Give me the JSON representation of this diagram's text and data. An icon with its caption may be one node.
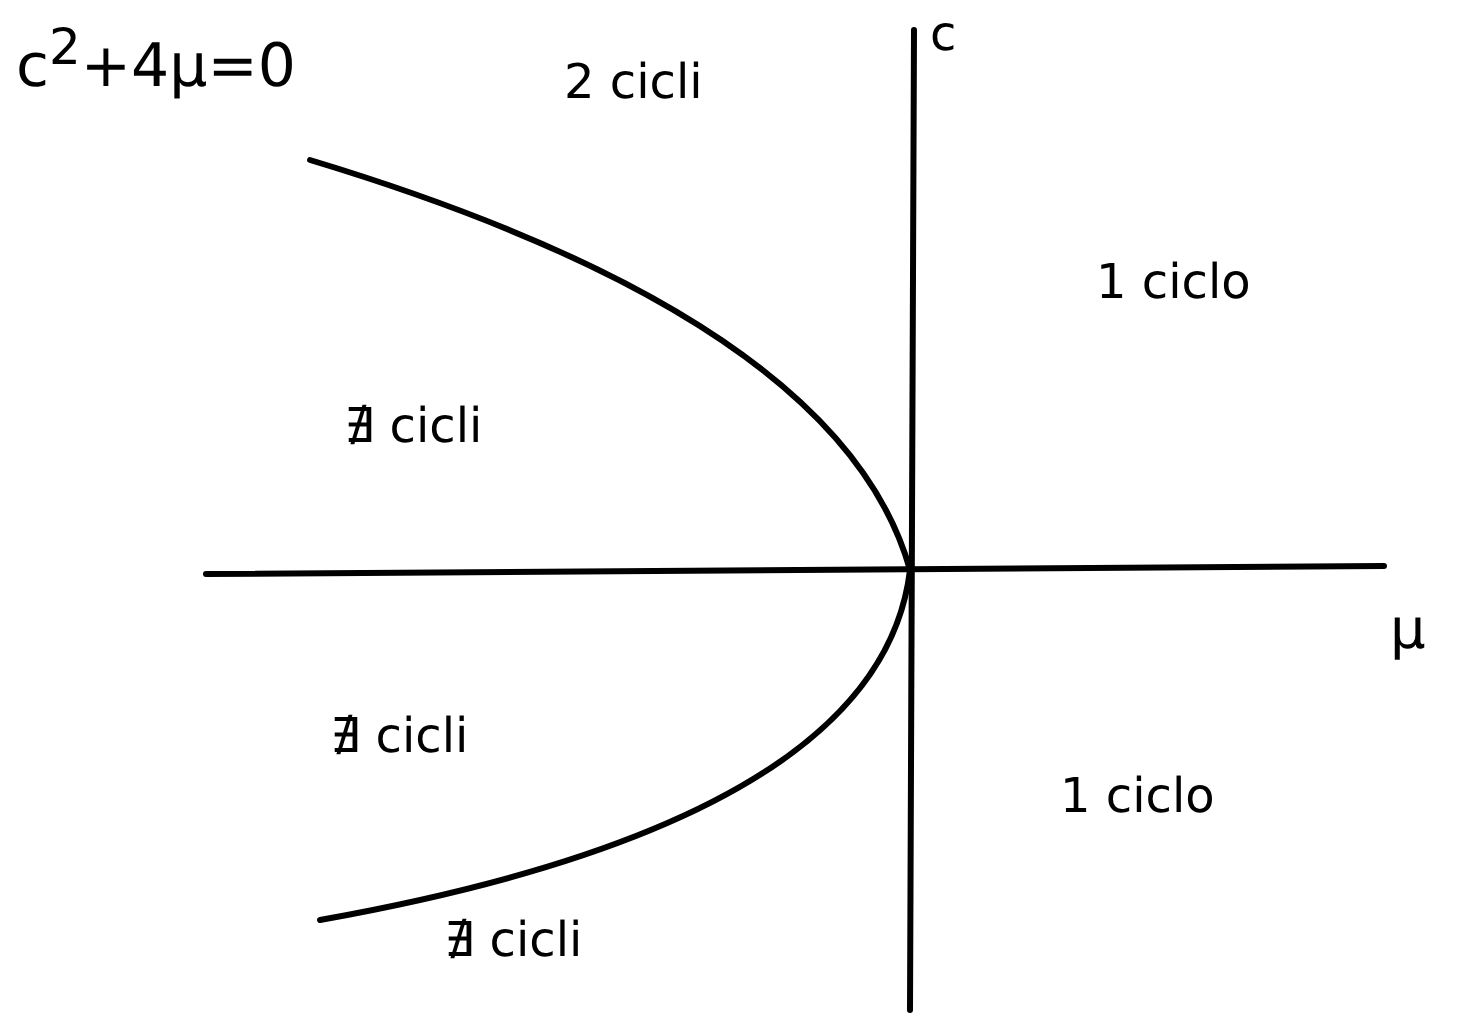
{
  "diagram": {
    "labels": [
      "c$^{2}$+4μ=0",
      "c",
      "2 cicli",
      "1 ciclo",
      "∄ cicli",
      "μ",
      "∄ cicli",
      "1 ciclo",
      "∄ cicli"
    ]
  }
}
